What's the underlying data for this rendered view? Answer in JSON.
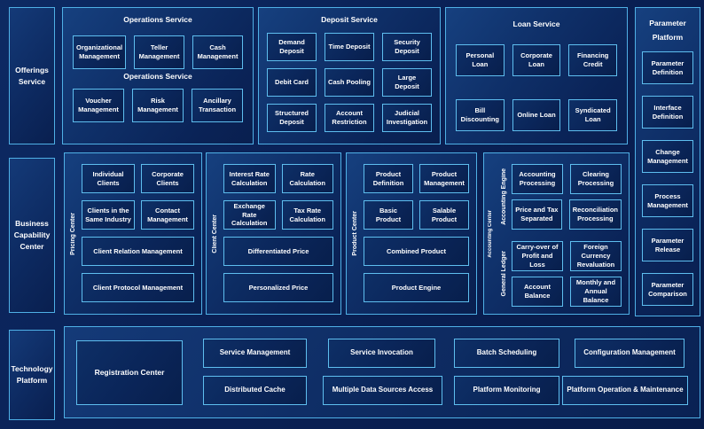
{
  "colors": {
    "background": "#0a2156",
    "panel_fill": "#0f3069",
    "box_fill": "#0a2559",
    "border_accent": "#5ebeef",
    "text": "#ffffff"
  },
  "offerings": {
    "section_label": "Offerings Service",
    "operations": {
      "title": "Operations Service",
      "subtitle": "Operations Service",
      "row1": [
        "Organizational Management",
        "Teller Management",
        "Cash Management"
      ],
      "row2": [
        "Voucher Management",
        "Risk Management",
        "Ancillary Transaction"
      ]
    },
    "deposit": {
      "title": "Deposit Service",
      "row1": [
        "Demand Deposit",
        "Time Deposit",
        "Security Deposit"
      ],
      "row2": [
        "Debit Card",
        "Cash Pooling",
        "Large Deposit"
      ],
      "row3": [
        "Structured Deposit",
        "Account Restriction",
        "Judicial Investigation"
      ]
    },
    "loan": {
      "title": "Loan Service",
      "row1": [
        "Personal Loan",
        "Corporate Loan",
        "Financing Credit"
      ],
      "row2": [
        "Bill Discounting",
        "Online Loan",
        "Syndicated Loan"
      ]
    }
  },
  "parameter_platform": {
    "title_line1": "Parameter",
    "title_line2": "Platform",
    "items": [
      "Parameter Definition",
      "Interface Definition",
      "Change Management",
      "Process Management",
      "Parameter Release",
      "Parameter Comparison"
    ]
  },
  "business_capability": {
    "section_label": "Business Capability Center",
    "pricing_center": {
      "vertical_label": "Pricing Center",
      "row1": [
        "Individual Clients",
        "Corporate Clients"
      ],
      "row2": [
        "Clients in the Same Industry",
        "Contact Management"
      ],
      "row3": "Client Relation Management",
      "row4": "Client Protocol Management"
    },
    "client_center": {
      "vertical_label": "Client Center",
      "row1": [
        "Interest Rate Calculation",
        "Rate Calculation"
      ],
      "row2": [
        "Exchange Rate Calculation",
        "Tax Rate Calculation"
      ],
      "row3": "Differentiated Price",
      "row4": "Personalized Price"
    },
    "product_center": {
      "vertical_label": "Product Center",
      "row1": [
        "Product Definition",
        "Product Management"
      ],
      "row2": [
        "Basic Product",
        "Salable Product"
      ],
      "row3": "Combined Product",
      "row4": "Product Engine"
    },
    "accounting_center": {
      "vertical_label": "Accounting Center",
      "accounting_engine": {
        "vertical_label": "Accounting Engine",
        "row1": [
          "Accounting Processing",
          "Clearing Processing"
        ],
        "row2": [
          "Price and Tax Separated",
          "Reconciliation Processing"
        ]
      },
      "general_ledger": {
        "vertical_label": "General Ledger",
        "row1": [
          "Carry-over of Profit and Loss",
          "Foreign Currency Revaluation"
        ],
        "row2": [
          "Account Balance",
          "Monthly and Annual Balance"
        ]
      }
    }
  },
  "technology_platform": {
    "section_label": "Technology Platform",
    "registration": "Registration Center",
    "row1": [
      "Service Management",
      "Service Invocation",
      "Batch Scheduling",
      "Configuration Management"
    ],
    "row2": [
      "Distributed Cache",
      "Multiple Data Sources Access",
      "Platform Monitoring",
      "Platform Operation & Maintenance"
    ]
  }
}
